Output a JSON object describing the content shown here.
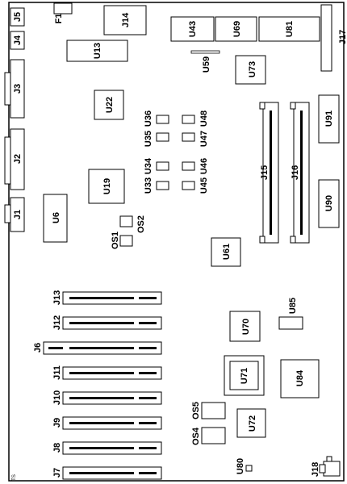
{
  "diagram": {
    "board_tag": "TS",
    "connectors": {
      "J1": "J1",
      "J2": "J2",
      "J3": "J3",
      "J4": "J4",
      "J5": "J5",
      "J6": "J6",
      "J7": "J7",
      "J8": "J8",
      "J9": "J9",
      "J10": "J10",
      "J11": "J11",
      "J12": "J12",
      "J13": "J13",
      "J14": "J14",
      "J15": "J15",
      "J16": "J16",
      "J17": "J17",
      "J18": "J18"
    },
    "chips": {
      "U6": "U6",
      "U13": "U13",
      "U19": "U19",
      "U22": "U22",
      "U33": "U33",
      "U34": "U34",
      "U35": "U35",
      "U36": "U36",
      "U43": "U43",
      "U45": "U45",
      "U46": "U46",
      "U47": "U47",
      "U48": "U48",
      "U59": "U59",
      "U61": "U61",
      "U69": "U69",
      "U70": "U70",
      "U71": "U71",
      "U72": "U72",
      "U73": "U73",
      "U80": "U80",
      "U81": "U81",
      "U84": "U84",
      "U85": "U85",
      "U90": "U90",
      "U91": "U91"
    },
    "oscillators": {
      "OS1": "OS1",
      "OS2": "OS2",
      "OS4": "OS4",
      "OS5": "OS5"
    },
    "fuse": {
      "F1": "F1"
    }
  }
}
